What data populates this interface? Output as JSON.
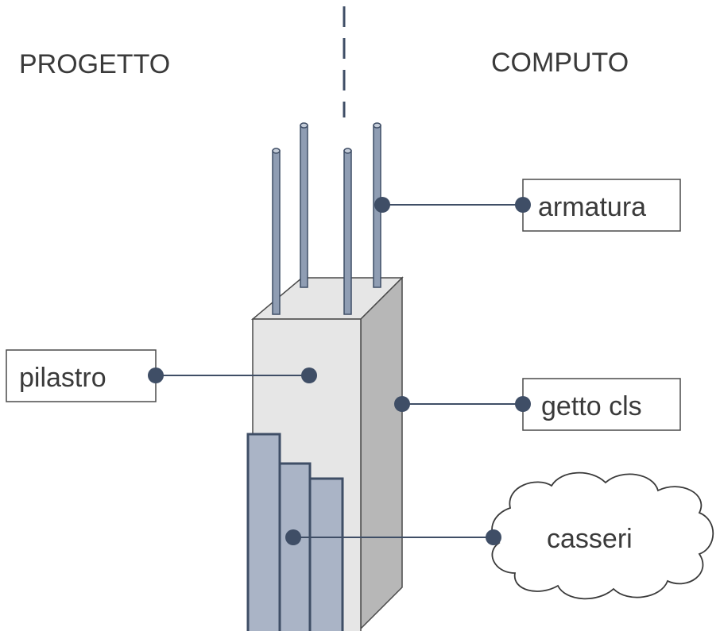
{
  "headers": {
    "left": "PROGETTO",
    "right": "COMPUTO"
  },
  "labels": {
    "pilastro": "pilastro",
    "armatura": "armatura",
    "getto": "getto cls",
    "casseri": "casseri"
  },
  "colors": {
    "connector": "#3f4e66",
    "rebar": "#8f9db3",
    "formwork": "#aab4c6",
    "concrete_front": "#e6e6e6",
    "concrete_side": "#b7b7b7",
    "outline": "#4a4a4a"
  }
}
